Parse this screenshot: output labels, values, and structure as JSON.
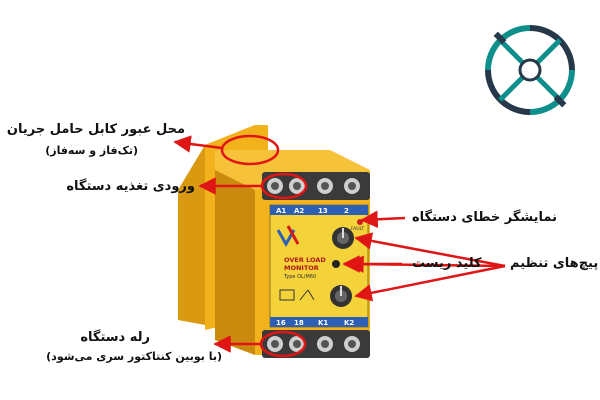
{
  "colors": {
    "housing": "#f2b21b",
    "housing_shadow": "#c98a0e",
    "panel": "#f4d23a",
    "arrow": "#e01515",
    "terminal_block": "#3a3a3a",
    "logo_teal": "#0f8f8c",
    "logo_dark": "#26384a"
  },
  "annotations": {
    "cable_passage_line1": "محل عبور کابل حامل جریان",
    "cable_passage_line2": "(تک‌فاز و سه‌فاز)",
    "power_input": "ورودی تغذیه دستگاه",
    "fault_indicator": "نمایشگر خطای دستگاه",
    "reset_key": "کلید ریست",
    "adjust_screws": "پیچ‌های تنظیم",
    "relay_line1": "رله دستگاه",
    "relay_line2": "(با بوبین کنتاکتور سری می‌شود)"
  },
  "device": {
    "top_terminals": [
      "A1",
      "A2",
      "13",
      "2"
    ],
    "bottom_terminals": [
      "16",
      "18",
      "K1",
      "K2"
    ],
    "panel_title_line1": "OVER LOAD",
    "panel_title_line2": "MONITOR",
    "panel_model": "Type OL/M60",
    "fault_label": "FAULT",
    "icons": [
      "logo-icon",
      "knob-icon",
      "reset-button-icon",
      "relay-symbol-icon"
    ]
  }
}
